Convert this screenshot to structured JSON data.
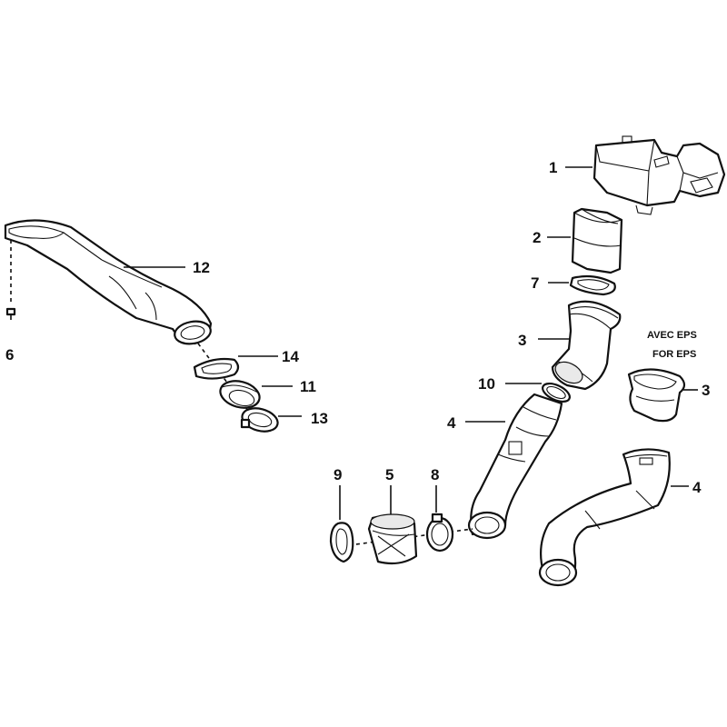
{
  "callouts": {
    "c1": "1",
    "c2": "2",
    "c3": "3",
    "c3b": "3",
    "c4": "4",
    "c4b": "4",
    "c5": "5",
    "c6": "6",
    "c7": "7",
    "c8": "8",
    "c9": "9",
    "c10": "10",
    "c11": "11",
    "c12": "12",
    "c13": "13",
    "c14": "14"
  },
  "variant_note": {
    "line1": "AVEC EPS",
    "line2": "FOR EPS"
  }
}
